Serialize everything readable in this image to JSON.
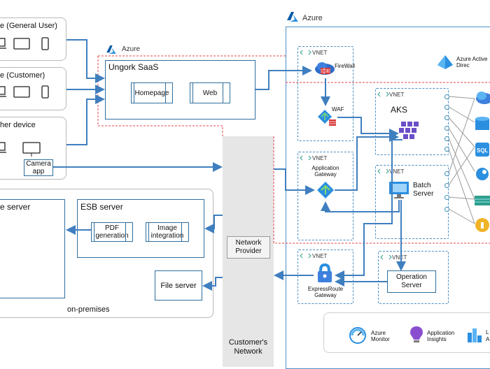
{
  "user_general": "e (General User)",
  "user_customer": "e (Customer)",
  "user_device": "her device",
  "camera_app": "Camera app",
  "saas_azure_label": "Azure",
  "saas_title": "Ungork SaaS",
  "homepage": "Homepage",
  "web": "Web",
  "azure_label": "Azure",
  "vnet": "VNET",
  "firewall": "FireWall",
  "aad": "Azure Active Direc",
  "waf": "WAF",
  "aks": "AKS",
  "app_gateway": "Application Gateway",
  "batch_server": "Batch Server",
  "expressroute": "ExpressRoute Gateway",
  "operation_server": "Operation Server",
  "onprem_left_server": "e server",
  "esb_server": "ESB server",
  "pdf_generation": "PDF generation",
  "image_integration": "Image integration",
  "file_server": "File server",
  "onprem_label": "on-premises",
  "network_provider": "Network Provider",
  "customers_network": "Customer's Network",
  "azure_monitor": "Azure Monitor",
  "app_insights": "Application Insights",
  "log_analytics_initial": "L",
  "log_analytics_initial2": "A",
  "colors": {
    "azure_blue": "#0078d4",
    "red_dashed": "#e8464a",
    "arrow_blue": "#3f7fbf",
    "gray_band": "#e6e6e6"
  }
}
